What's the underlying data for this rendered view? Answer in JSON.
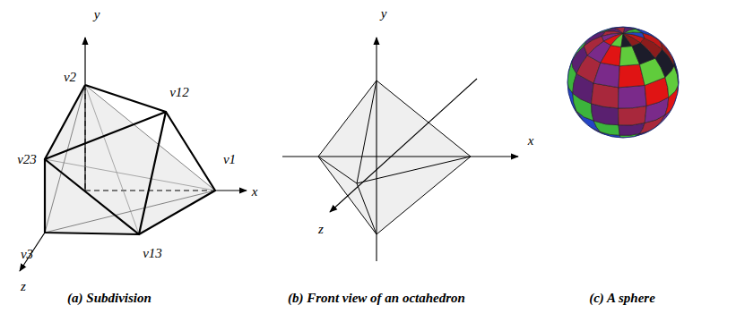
{
  "diagram": {
    "labels": [
      "y",
      "x",
      "z",
      "v2",
      "v12",
      "v23",
      "v1",
      "v3",
      "v13",
      "y",
      "x",
      "z",
      "(a) Subdivision",
      "(b) Front view of an octahedron",
      "(c) A sphere"
    ]
  }
}
